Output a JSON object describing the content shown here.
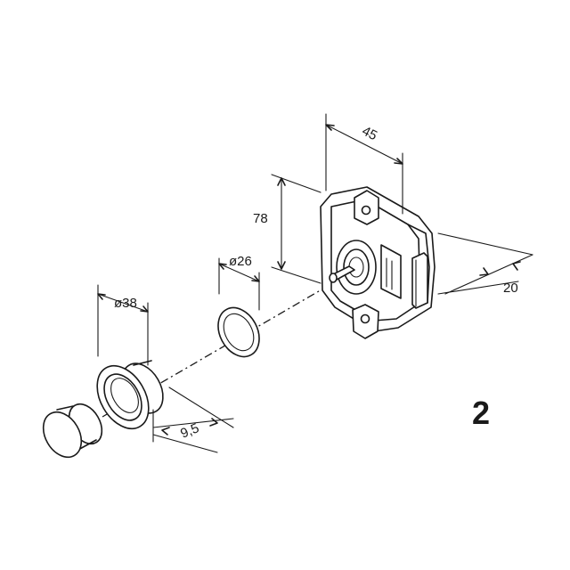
{
  "dimensions": {
    "width_45": "45",
    "height_78": "78",
    "depth_20": "20",
    "diameter_26": "ø26",
    "diameter_38": "ø38",
    "length_9_5": "9,5"
  },
  "figure_number": "2",
  "colors": {
    "ink": "#1a1a1a",
    "paper": "#ffffff"
  }
}
